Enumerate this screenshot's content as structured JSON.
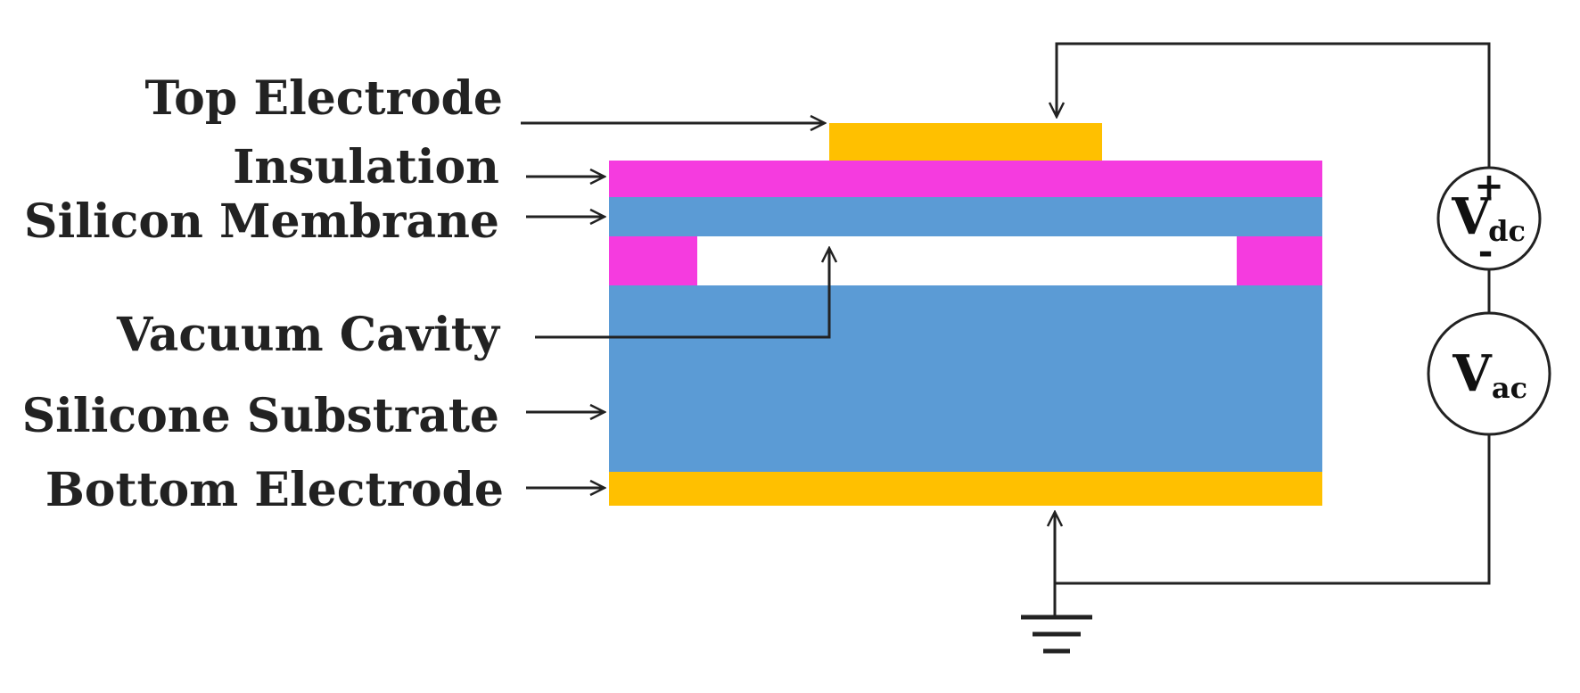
{
  "labels": {
    "top_electrode": "Top Electrode",
    "insulation": "Insulation",
    "silicon_membrane": "Silicon Membrane",
    "vacuum_cavity": "Vacuum Cavity",
    "silicone_substrate": "Silicone Substrate",
    "bottom_electrode": "Bottom Electrode"
  },
  "sources": {
    "dc": {
      "symbol": "V",
      "subscript": "dc",
      "plus": "+",
      "minus": "-"
    },
    "ac": {
      "symbol": "V",
      "subscript": "ac"
    }
  },
  "colors": {
    "electrode": "#FFC000",
    "insulation": "#F53BDF",
    "silicon": "#5B9BD5",
    "cavity": "#FFFFFF",
    "wire": "#222222"
  }
}
